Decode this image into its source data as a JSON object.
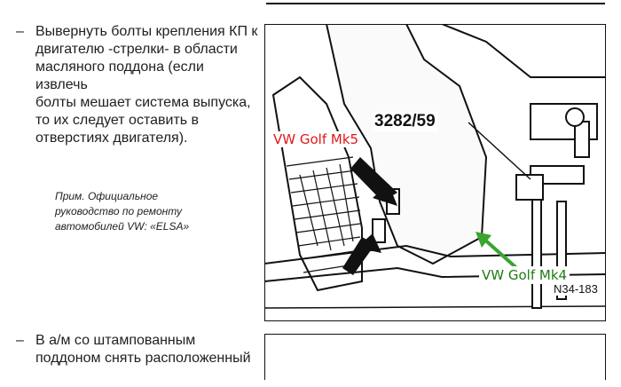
{
  "bullets": [
    {
      "dash": "–",
      "text": "Вывернуть болты крепления КП к\nдвигателю -стрелки- в области\nмасляного поддона (если извлечь\nболты мешает система выпуска,\nто их следует оставить в\nотверстиях двигателя)."
    },
    {
      "dash": "–",
      "text": "В а/м со штампованным\nподдоном снять расположенный"
    }
  ],
  "note": "Прим. Официальное\nруководство по ремонту\nавтомобилей VW: «ELSA»",
  "figure": {
    "part_number": "3282/59",
    "code": "N34-183",
    "labels": {
      "red": "VW Golf Mk5",
      "green": "VW Golf Mk4"
    },
    "colors": {
      "red": "#e01818",
      "green": "#3aa531",
      "ink": "#111111"
    }
  }
}
